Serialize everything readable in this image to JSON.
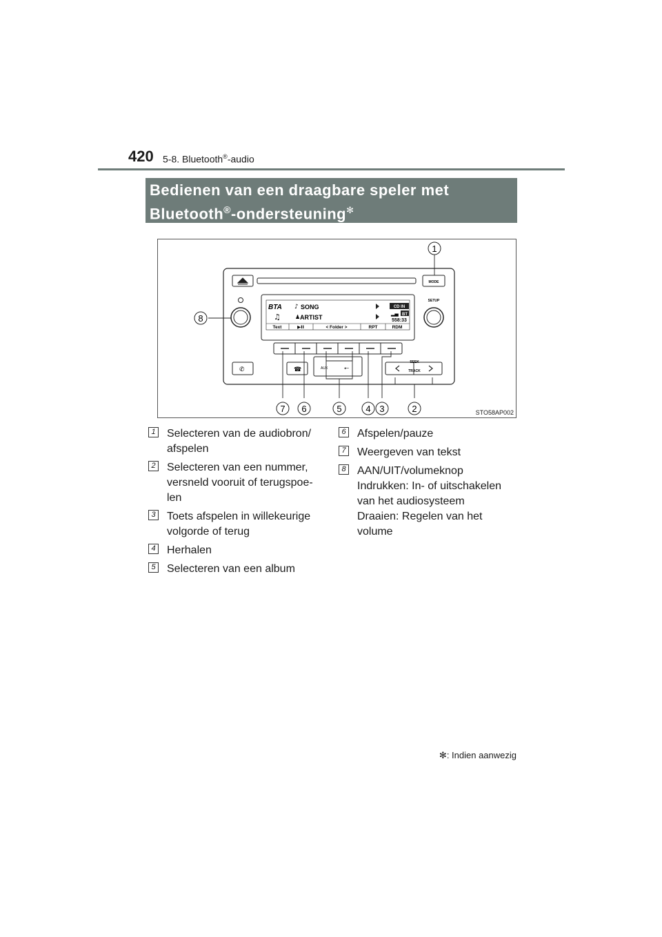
{
  "header": {
    "page_number": "420",
    "section": "5-8. Bluetooth",
    "section_reg": "®",
    "section_suffix": "-audio"
  },
  "title": {
    "line1": "Bedienen van een draagbare speler met",
    "line2_prefix": "Bluetooth",
    "line2_reg": "®",
    "line2_suffix": "-ondersteuning",
    "asterisk": "✻"
  },
  "figure": {
    "code": "STO58AP002",
    "display": {
      "source": "BTA",
      "song": "SONG",
      "artist": "ARTIST",
      "badge_cd": "CD IN",
      "badge_bt": "BT",
      "time": "558:33",
      "soft_keys": [
        "Text",
        "▶II",
        "< Folder >",
        "RPT",
        "RDM"
      ]
    },
    "labels": {
      "mode": "MODE",
      "setup": "SETUP",
      "seek": "SEEK",
      "track": "TRACK",
      "aux": "AUX"
    },
    "callouts": [
      "1",
      "2",
      "3",
      "4",
      "5",
      "6",
      "7",
      "8"
    ]
  },
  "items_left": [
    {
      "num": "1",
      "lines": [
        "Selecteren van de audiobron/",
        "afspelen"
      ]
    },
    {
      "num": "2",
      "lines": [
        "Selecteren van een nummer,",
        "versneld vooruit of terugspoe-",
        "len"
      ]
    },
    {
      "num": "3",
      "lines": [
        "Toets afspelen in willekeurige",
        "volgorde of terug"
      ]
    },
    {
      "num": "4",
      "lines": [
        "Herhalen"
      ]
    },
    {
      "num": "5",
      "lines": [
        "Selecteren van een album"
      ]
    }
  ],
  "items_right": [
    {
      "num": "6",
      "lines": [
        "Afspelen/pauze"
      ]
    },
    {
      "num": "7",
      "lines": [
        "Weergeven van tekst"
      ]
    },
    {
      "num": "8",
      "lines": [
        "AAN/UIT/volumeknop",
        "Indrukken: In- of uitschakelen",
        "van het audiosysteem",
        "Draaien: Regelen van het",
        "volume"
      ]
    }
  ],
  "footnote": {
    "mark": "✻",
    "text": ": Indien aanwezig"
  }
}
